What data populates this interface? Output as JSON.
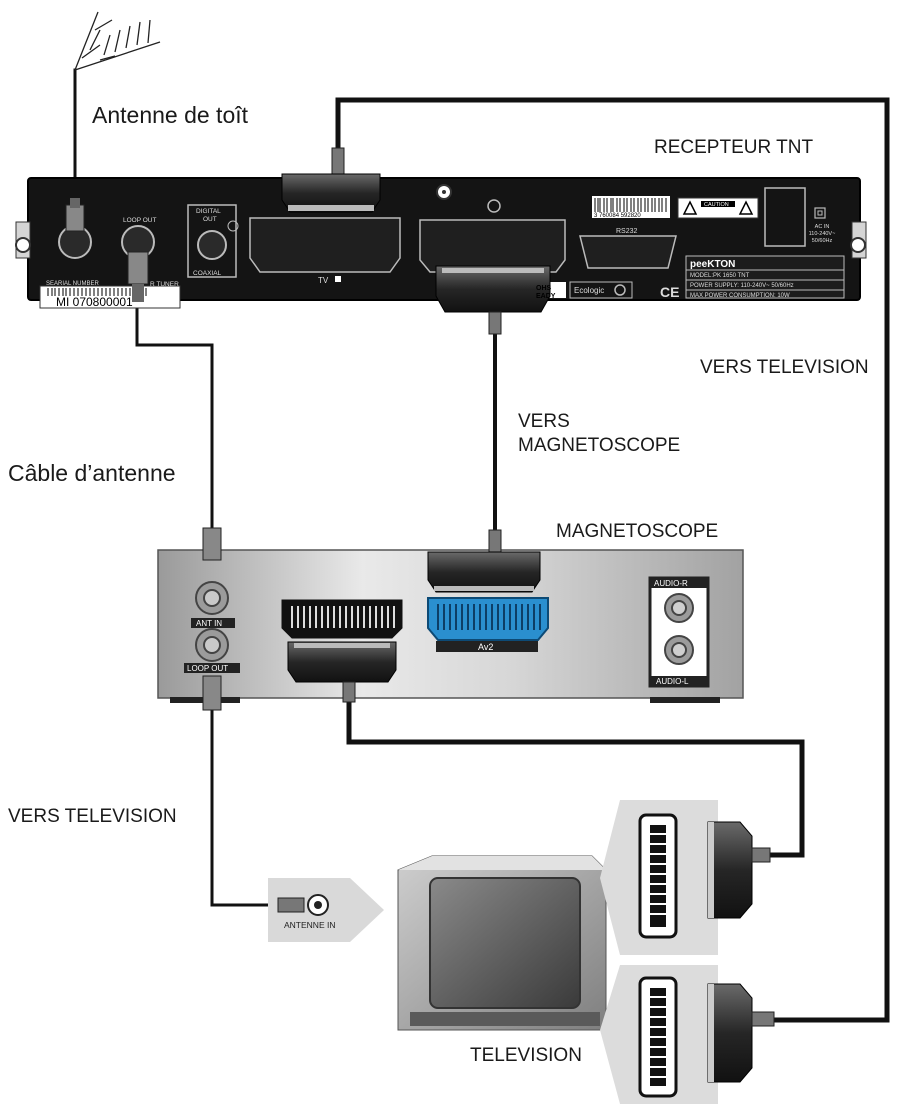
{
  "labels": {
    "roof_antenna": "Antenne de toît",
    "receiver": "RECEPTEUR TNT",
    "to_tv_right": "VERS TELEVISION",
    "to_vcr": "VERS\nMAGNETOSCOPE",
    "antenna_cable": "Câble d’antenne",
    "vcr": "MAGNETOSCOPE",
    "to_tv_left": "VERS TELEVISION",
    "television": "TELEVISION"
  },
  "receiver_panel": {
    "serial_label": "SEARIAL NUMBER",
    "serial_value": "MI 070800001",
    "loop_out": "LOOP OUT",
    "tuner": "R TUNER",
    "digital_out": "DIGITAL\nOUT",
    "coaxial": "COAXIAL",
    "tv_scart": "TV",
    "rs232": "RS232",
    "caution": "CAUTION",
    "brand": "peeKTON",
    "model": "MODEL:PK 1650 TNT",
    "power_supply": "POWER SUPPLY: 110-240V~ 50/60Hz",
    "max_power": "MAX POWER CONSUMPTION: 10W",
    "ac_in": "AC IN\n110-240V~\n50/60Hz",
    "ecologic": "Ecologic",
    "rohs": "OHS\nEADY",
    "barcode_digits": "3 760084 592820",
    "ce": "CE"
  },
  "vcr_panel": {
    "ant_in": "ANT IN",
    "loop_out": "LOOP OUT",
    "av2": "Av2",
    "audio_r": "AUDIO-R",
    "audio_l": "AUDIO-L"
  },
  "tv_panel": {
    "antenne_in": "ANTENNE IN"
  }
}
